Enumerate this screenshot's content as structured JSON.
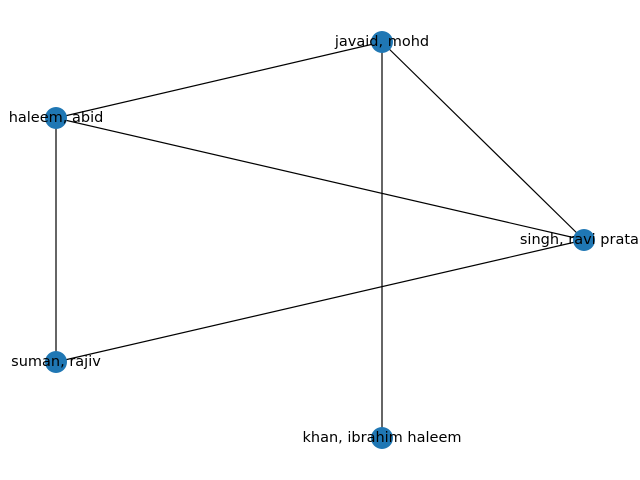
{
  "style": {
    "node_color": "#1f77b4",
    "edge_color": "#000000",
    "background": "#ffffff"
  },
  "nodes": [
    {
      "id": "javaid",
      "label": "javaid, mohd"
    },
    {
      "id": "haleem",
      "label": "haleem, abid"
    },
    {
      "id": "singh",
      "label": "singh, ravi pratap"
    },
    {
      "id": "suman",
      "label": "suman, rajiv"
    },
    {
      "id": "khan",
      "label": "khan, ibrahim haleem"
    }
  ],
  "edges": [
    {
      "source": "javaid",
      "target": "haleem"
    },
    {
      "source": "javaid",
      "target": "singh"
    },
    {
      "source": "javaid",
      "target": "khan"
    },
    {
      "source": "haleem",
      "target": "singh"
    },
    {
      "source": "haleem",
      "target": "suman"
    },
    {
      "source": "singh",
      "target": "suman"
    }
  ]
}
